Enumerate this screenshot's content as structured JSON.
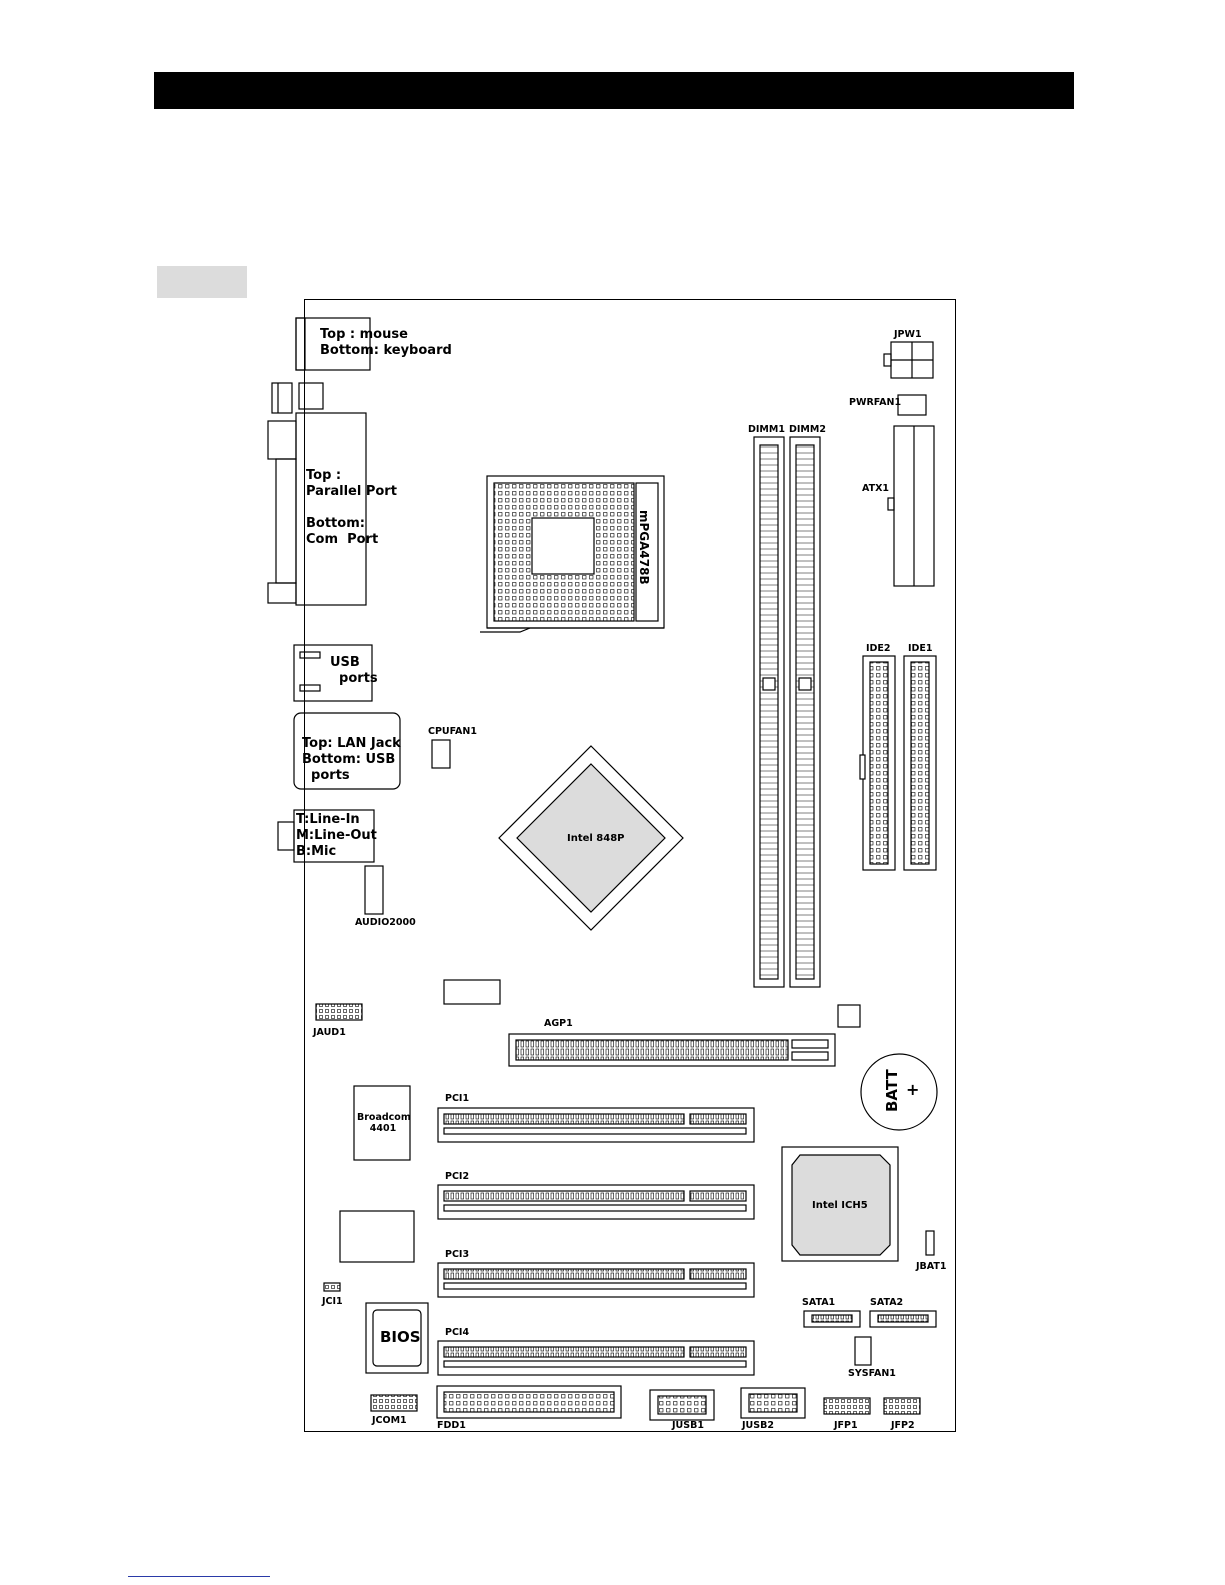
{
  "labels": {
    "ps2": "Top : mouse\nBottom: keyboard",
    "parallel": "Top :\nParallel Port\n\nBottom:\nCom  Port",
    "usb": "USB\n  ports",
    "lan": "Top: LAN Jack\nBottom: USB\n  ports",
    "audio": "T:Line-In\nM:Line-Out\nB:Mic",
    "jpw1": "JPW1",
    "pwrfan1": "PWRFAN1",
    "dimm1": "DIMM1",
    "dimm2": "DIMM2",
    "atx1": "ATX1",
    "socket": "mPGA478B",
    "ide2": "IDE2",
    "ide1": "IDE1",
    "cpufan1": "CPUFAN1",
    "northbridge": "Intel 848P",
    "audio2000": "AUDIO2000",
    "jaud1": "JAUD1",
    "agp1": "AGP1",
    "batt": "BATT",
    "batt_plus": "+",
    "lan_chip": "Broadcom\n4401",
    "pci1": "PCI1",
    "pci2": "PCI2",
    "pci3": "PCI3",
    "pci4": "PCI4",
    "southbridge": "Intel ICH5",
    "jbat1": "JBAT1",
    "jci1": "JCI1",
    "sata1": "SATA1",
    "sata2": "SATA2",
    "bios": "BIOS",
    "sysfan1": "SYSFAN1",
    "jcom1": "JCOM1",
    "fdd1": "FDD1",
    "jusb1": "JUSB1",
    "jusb2": "JUSB2",
    "jfp1": "JFP1",
    "jfp2": "JFP2"
  }
}
